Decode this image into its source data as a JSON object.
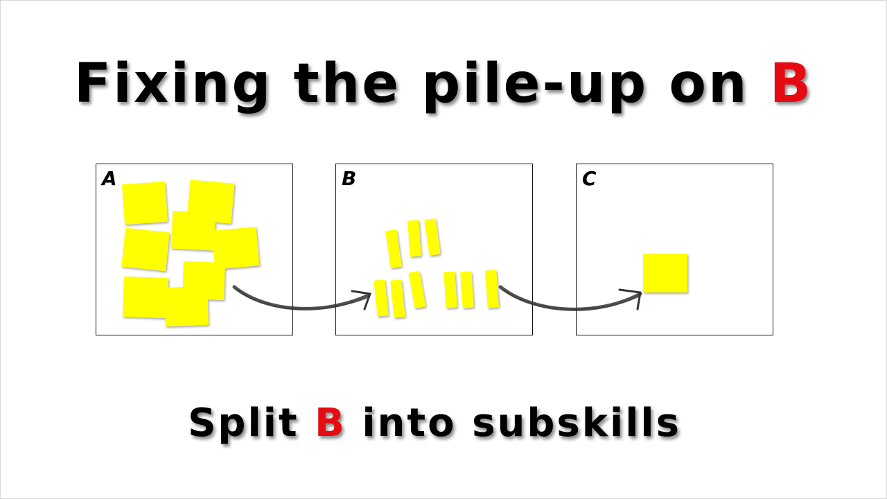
{
  "title": {
    "before": "Fixing the pile-up on ",
    "accent": "B"
  },
  "subtitle": {
    "before": "Split ",
    "accent": "B",
    "after": " into subskills"
  },
  "stages": [
    {
      "label": "A"
    },
    {
      "label": "B"
    },
    {
      "label": "C"
    }
  ],
  "colors": {
    "accent": "#e60a12",
    "sticky_note": "#ffff00",
    "text": "#000000",
    "arrow": "#333333"
  }
}
